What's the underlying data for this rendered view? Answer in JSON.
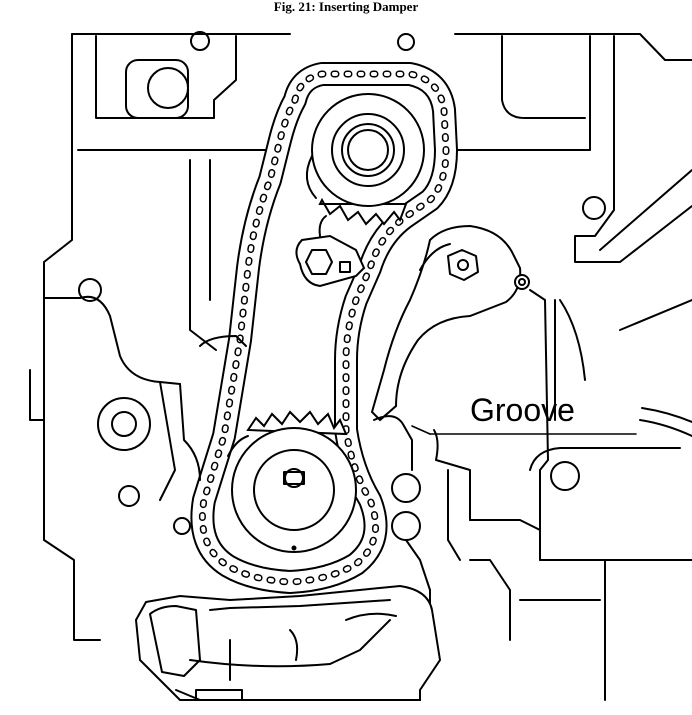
{
  "figure": {
    "title": "Fig. 21: Inserting Damper"
  },
  "callouts": [
    {
      "id": "groove",
      "label": "Groove"
    }
  ],
  "colors": {
    "line": "#000000",
    "background": "#ffffff"
  }
}
